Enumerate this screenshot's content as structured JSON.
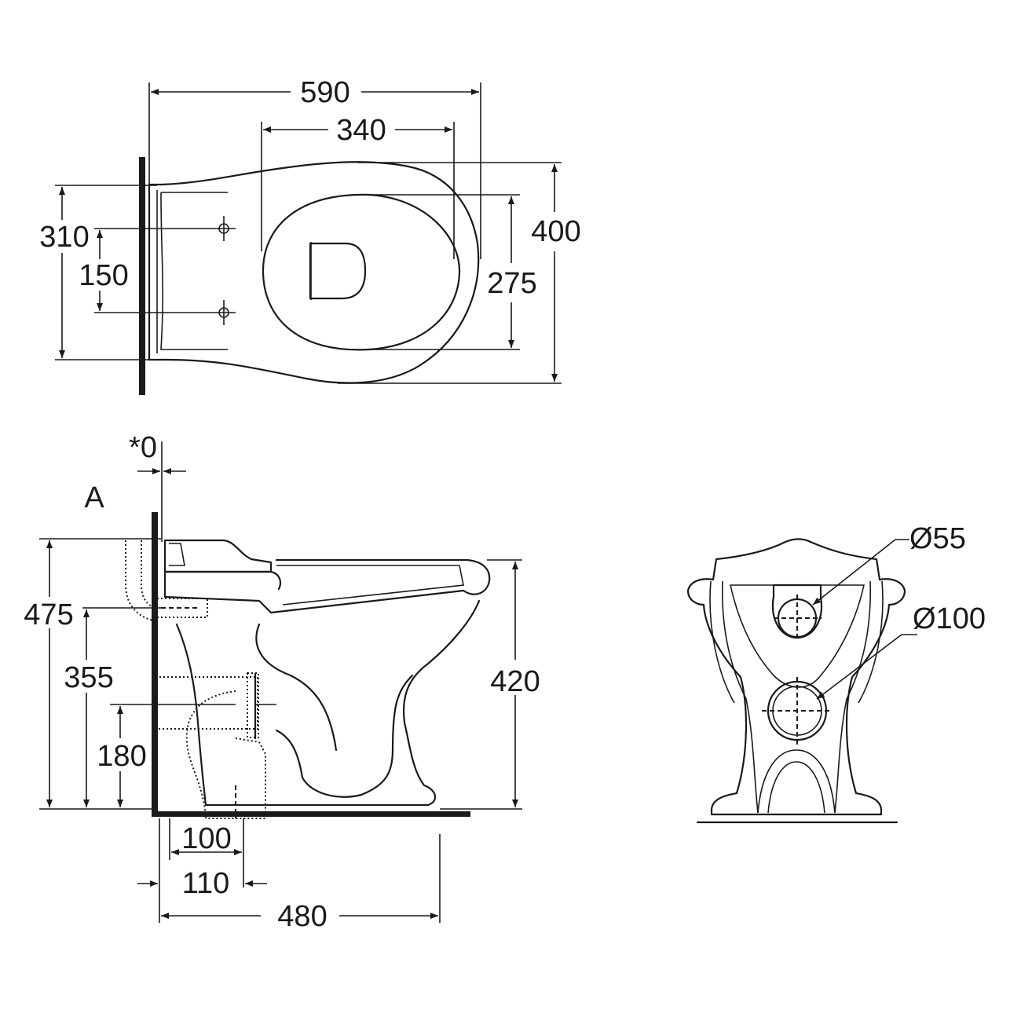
{
  "top_view": {
    "width_590": "590",
    "bowl_340": "340",
    "depth_400": "400",
    "depth_275": "275",
    "fixing_310": "310",
    "fixing_150": "150"
  },
  "side_view": {
    "label_a": "A",
    "offset_0": "*0",
    "height_475": "475",
    "height_355": "355",
    "height_180": "180",
    "height_420": "420",
    "dim_100": "100",
    "dim_110": "110",
    "dim_480": "480"
  },
  "rear_view": {
    "dia_55": "Ø55",
    "dia_100": "Ø100"
  }
}
